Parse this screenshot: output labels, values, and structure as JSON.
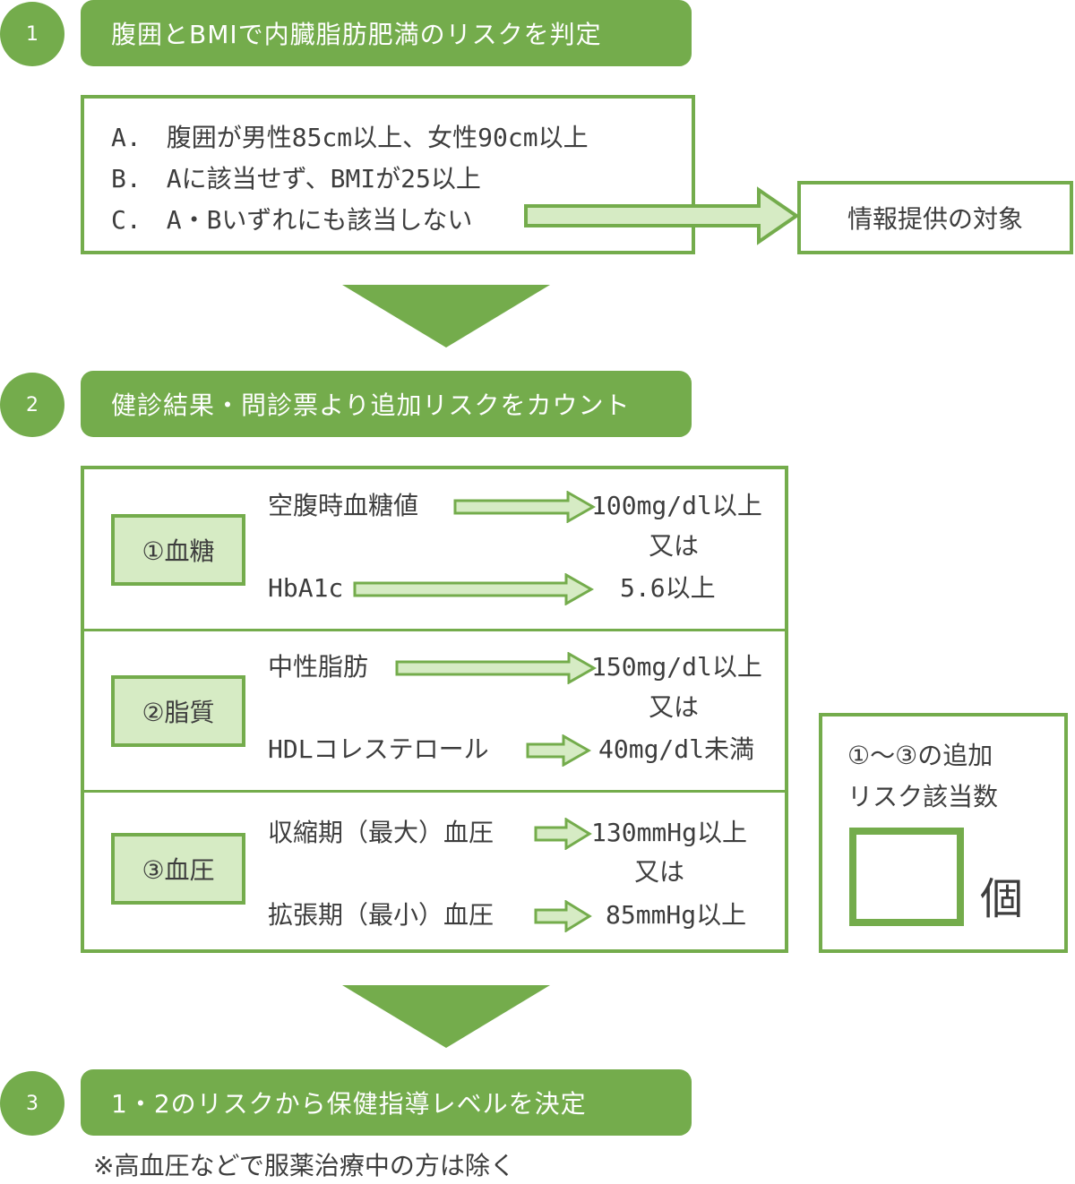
{
  "step1": {
    "number": "1",
    "title": "腹囲とBMIで内臓脂肪肥満のリスクを判定",
    "items": [
      "A.　腹囲が男性85cm以上、女性90cm以上",
      "B.　Aに該当せず、BMIが25以上",
      "C.　A・Bいずれにも該当しない"
    ],
    "side_label": "情報提供の対象"
  },
  "step2": {
    "number": "2",
    "title": "健診結果・問診票より追加リスクをカウント",
    "categories": [
      {
        "label": "①血糖",
        "rows": [
          {
            "item": "空腹時血糖値",
            "value": "100mg/dl以上"
          },
          {
            "item": "HbA1c",
            "value": "5.6以上"
          }
        ],
        "connector": "又は"
      },
      {
        "label": "②脂質",
        "rows": [
          {
            "item": "中性脂肪",
            "value": "150mg/dl以上"
          },
          {
            "item": "HDLコレステロール",
            "value": "40mg/dl未満"
          }
        ],
        "connector": "又は"
      },
      {
        "label": "③血圧",
        "rows": [
          {
            "item": "収縮期（最大）血圧",
            "value": "130mmHg以上"
          },
          {
            "item": "拡張期（最小）血圧",
            "value": "85mmHg以上"
          }
        ],
        "connector": "又は"
      }
    ],
    "count_box": {
      "line1": "①〜③の追加",
      "line2": "リスク該当数",
      "unit": "個"
    }
  },
  "step3": {
    "number": "3",
    "title": "1・2のリスクから保健指導レベルを決定",
    "note": "※高血圧などで服薬治療中の方は除く"
  },
  "colors": {
    "accent": "#74ac4c",
    "light_fill": "#d6ebc4",
    "text": "#3d3d3d"
  }
}
